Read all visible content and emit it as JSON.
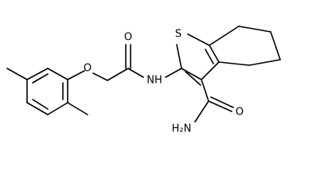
{
  "atoms": {
    "ether_oxygen": "O",
    "carbonyl_oxygen_amide_link": "O",
    "amide_nh": "NH",
    "thiophene_sulfur": "S",
    "carboxamide_oxygen": "O",
    "carboxamide_nh2": "H₂N"
  },
  "colors": {
    "bond": "#000000",
    "label": "#000000",
    "background": "#ffffff"
  }
}
